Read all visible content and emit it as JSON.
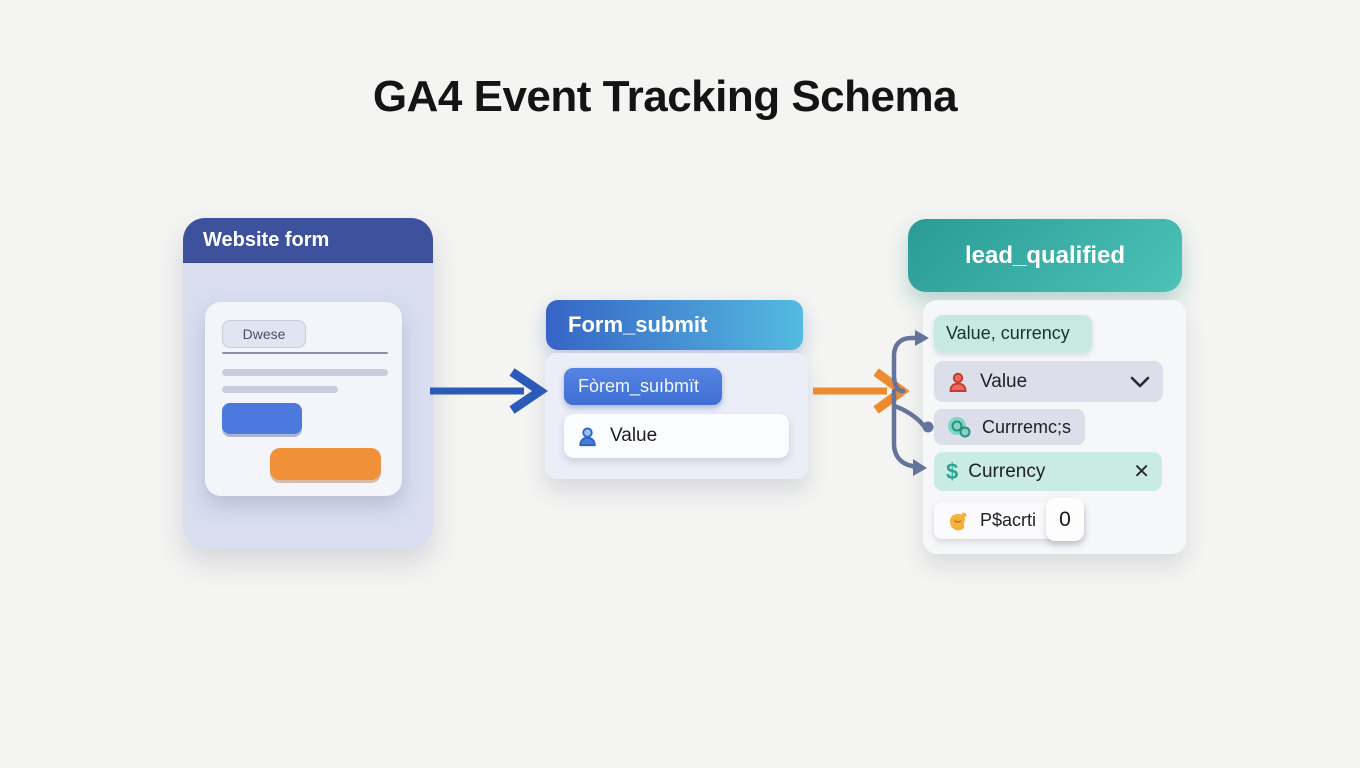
{
  "title": "GA4 Event Tracking Schema",
  "colors": {
    "background": "#f4f4f2",
    "website_header_blue": "#3e519d",
    "website_body_lavender": "#d8def0",
    "mock_button_blue": "#4b79dd",
    "mock_button_orange": "#f0913a",
    "form_submit_gradient_start": "#3764c6",
    "form_submit_gradient_end": "#54bbe0",
    "event_pill_blue": "#4678d9",
    "lead_header_teal_start": "#2a9a97",
    "lead_header_teal_end": "#4cc3b6",
    "mint_row": "#c6eae1",
    "gray_row": "#dcdfe9",
    "arrow_blue": "#2b5ab8",
    "arrow_orange": "#ee8a30",
    "connector_slate": "#64749a"
  },
  "website_form_card": {
    "header": "Website form",
    "field_label": "Dwese"
  },
  "form_submit_card": {
    "header": "Form_submit",
    "event_name": "Fòrem_suıbmït",
    "param_label": "Value"
  },
  "lead_qualified_card": {
    "header": "lead_qualified",
    "params_pill": "Value, currency",
    "value_row_label": "Value",
    "currency_alt_row_label": "Currremc;s",
    "currency_row_label": "Currency",
    "currency_symbol": "$",
    "close_glyph": "✕",
    "partial_row_label": "P$acrti",
    "partial_badge_count": "0"
  }
}
